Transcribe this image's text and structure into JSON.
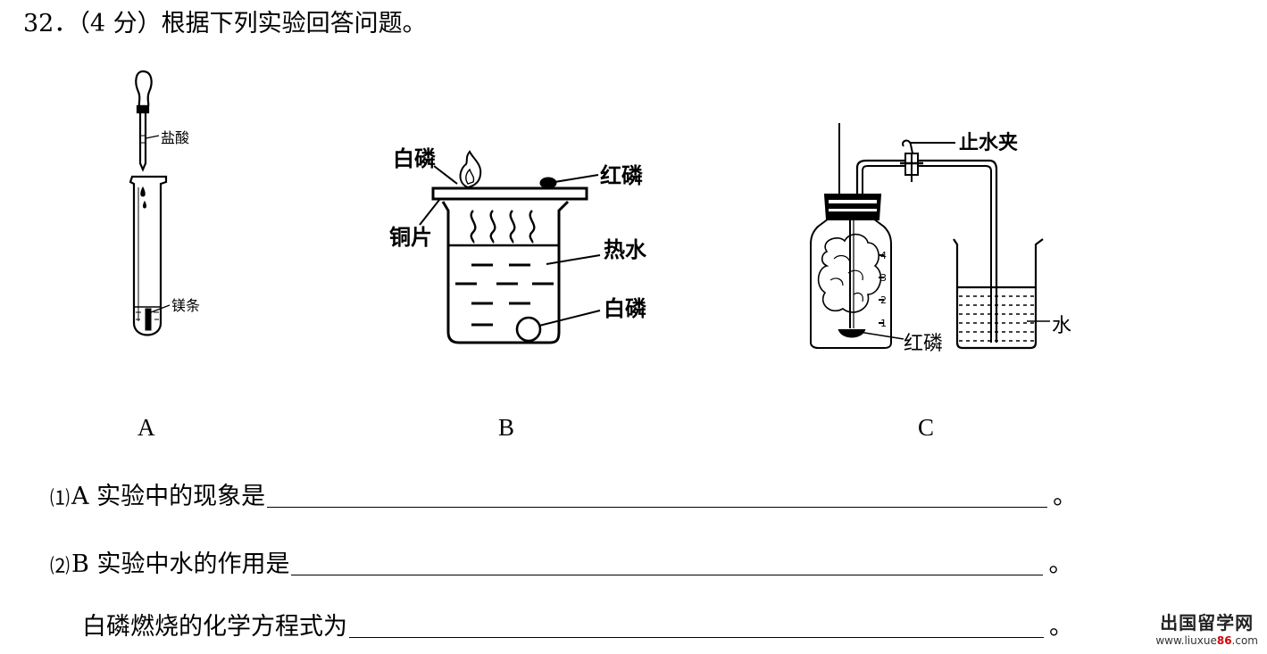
{
  "question": {
    "title": "32．（4 分）根据下列实验回答问题。"
  },
  "figure_a": {
    "label": "A",
    "acid_label": "盐酸",
    "strip_label": "镁条"
  },
  "figure_b": {
    "label": "B",
    "white_p_top": "白磷",
    "red_p": "红磷",
    "copper": "铜片",
    "hot_water": "热水",
    "white_p_bottom": "白磷"
  },
  "figure_c": {
    "label": "C",
    "clamp": "止水夹",
    "red_p": "红磷",
    "water": "水",
    "marks": [
      "4",
      "3",
      "2",
      "1"
    ]
  },
  "sub_questions": [
    {
      "num": "⑴",
      "text": "A 实验中的现象是",
      "end": "。"
    },
    {
      "num": "⑵",
      "text": "B  实验中水的作用是",
      "end": "。"
    },
    {
      "num": "",
      "text": "白磷燃烧的化学方程式为",
      "end": "。"
    }
  ],
  "watermark": {
    "line1": "出国留学网",
    "line2_pre": "www.liuxue",
    "line2_num": "86",
    "line2_post": ".com"
  }
}
